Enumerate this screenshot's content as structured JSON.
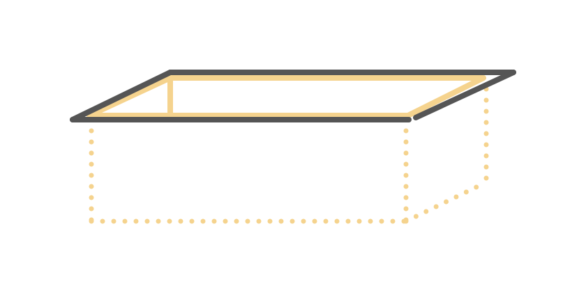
{
  "diagram": {
    "kind": "open-box-wireframe",
    "colors": {
      "background": "#ffffff",
      "rim": "#555555",
      "inner-edge": "#f5d38e",
      "hidden-edge": "#f5d38e"
    },
    "parts": [
      "rim-outline",
      "inner-rim-edges",
      "hidden-body-edges"
    ]
  }
}
